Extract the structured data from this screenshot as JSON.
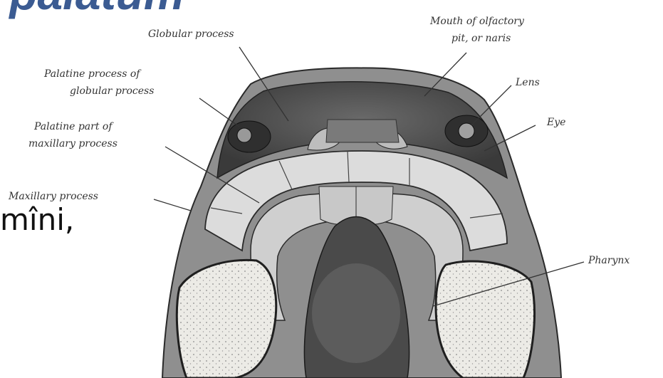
{
  "slide": {
    "title": "a palatum",
    "body_fragment": "mîni,"
  },
  "figure": {
    "labels": {
      "globular_process": "Globular process",
      "mouth_olfactory_1": "Mouth of olfactory",
      "mouth_olfactory_2": "pit, or naris",
      "palatine_globular_1": "Palatine process of",
      "palatine_globular_2": "globular process",
      "lens": "Lens",
      "palatine_maxillary_1": "Palatine part of",
      "palatine_maxillary_2": "maxillary process",
      "eye": "Eye",
      "maxillary_process": "Maxillary process",
      "pharynx": "Pharynx"
    }
  }
}
